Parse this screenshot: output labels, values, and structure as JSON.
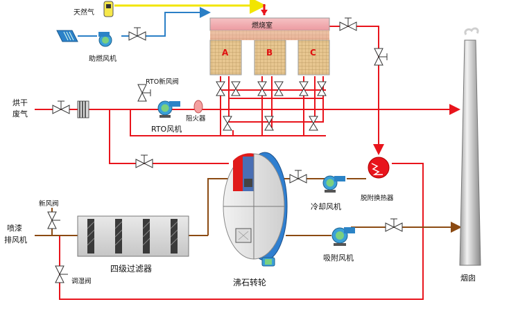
{
  "labels": {
    "natural_gas": "天然气",
    "combustion_fan": "助燃风机",
    "combustion_chamber": "燃烧室",
    "bed_a": "A",
    "bed_b": "B",
    "bed_c": "C",
    "rto_fresh_air_valve": "RTO新风阀",
    "flame_arrester": "阻火器",
    "rto_fan": "RTO风机",
    "drying_exhaust_line1": "烘干",
    "drying_exhaust_line2": "废气",
    "cooling_fan": "冷却风机",
    "desorption_heat_exchanger": "脱附换热器",
    "fresh_air_valve": "新风阀",
    "spray_exhaust_line1": "喷漆",
    "spray_exhaust_line2": "排风机",
    "four_stage_filter": "四级过滤器",
    "adsorption_fan": "吸附风机",
    "humidity_valve": "调湿阀",
    "zeolite_wheel": "沸石转轮",
    "chimney": "烟囱"
  },
  "colors": {
    "hot_line": "#e8141c",
    "process_line": "#8b4a12",
    "gas_line": "#f2e500",
    "air_line": "#2a7fc6",
    "chamber_top": "#f2a9ad",
    "bed_fill": "#e7c690",
    "bed_letter": "#e01010",
    "wheel_red": "#e01a1a",
    "wheel_blue": "#2f7fd0"
  }
}
